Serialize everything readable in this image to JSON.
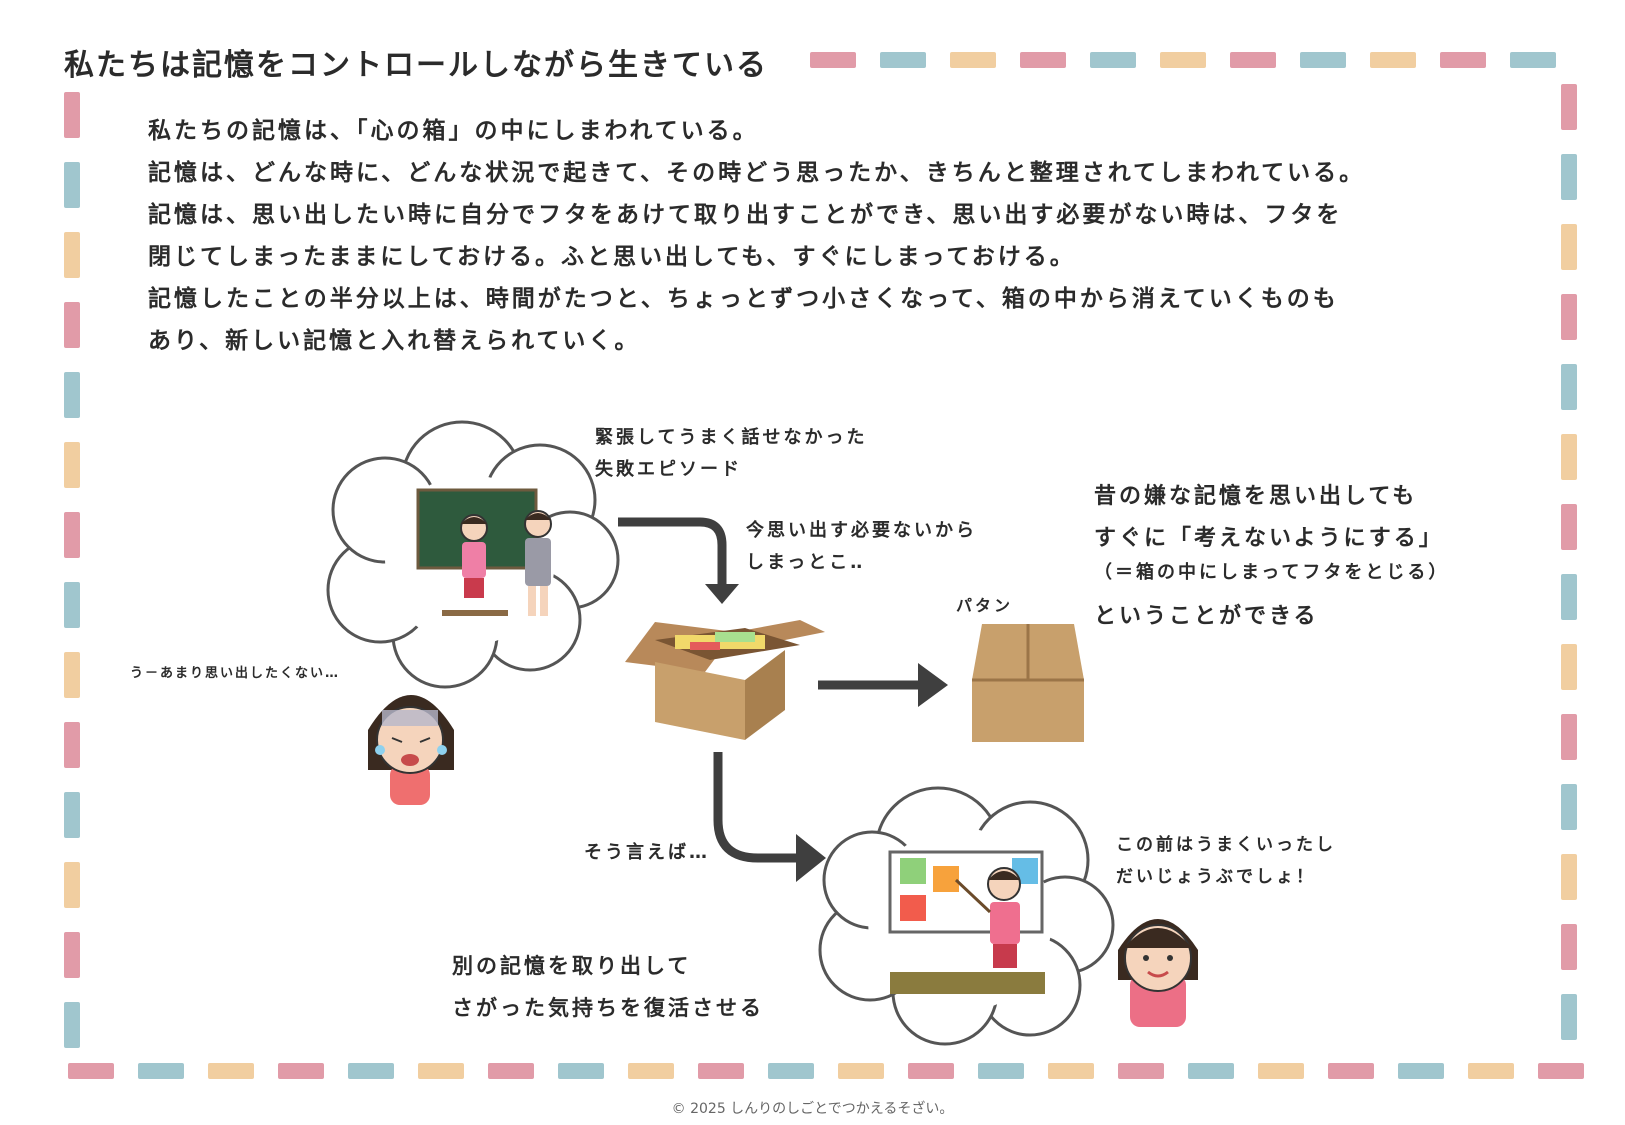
{
  "title": "私たちは記憶をコントロールしながら生きている",
  "intro": [
    "私たちの記憶は、「心の箱」の中にしまわれている。",
    "記憶は、どんな時に、どんな状況で起きて、その時どう思ったか、きちんと整理されてしまわれている。",
    "記憶は、思い出したい時に自分でフタをあけて取り出すことができ、思い出す必要がない時は、フタを",
    "閉じてしまったままにしておける。ふと思い出しても、すぐにしまっておける。",
    "記憶したことの半分以上は、時間がたつと、ちょっとずつ小さくなって、箱の中から消えていくものも",
    "あり、新しい記憶と入れ替えられていく。"
  ],
  "labels": {
    "failure_1": "緊張してうまく話せなかった",
    "failure_2": "失敗エピソード",
    "store_1": "今思い出す必要ないから",
    "store_2": "しまっとこ‥",
    "close_sound": "パタン",
    "reluctant": "う－あまり思い出したくない…",
    "bad_memory_1": "昔の嫌な記憶を思い出しても",
    "bad_memory_2": "すぐに「考えないようにする」",
    "bad_memory_3": "（＝箱の中にしまってフタをとじる）",
    "bad_memory_4": "ということができる",
    "come_to_think": "そう言えば…",
    "success_1": "この前はうまくいったし",
    "success_2": "だいじょうぶでしょ！",
    "revive_1": "別の記憶を取り出して",
    "revive_2": "さがった気持ちを復活させる"
  },
  "footer": "© 2025 しんりのしごとでつかえるそざい。",
  "colors": {
    "dash_pink": "#dc8a99",
    "dash_blue": "#8fbcc6",
    "dash_yellow": "#efc58f",
    "arrow": "#3f3f3f",
    "box": "#c8a06c",
    "board_green": "#2e5a3d"
  },
  "icons": [
    "thought-cloud-icon",
    "open-box-icon",
    "closed-box-icon",
    "worried-girl-icon",
    "smiling-girl-icon",
    "teacher-icon",
    "arrow-icon"
  ]
}
